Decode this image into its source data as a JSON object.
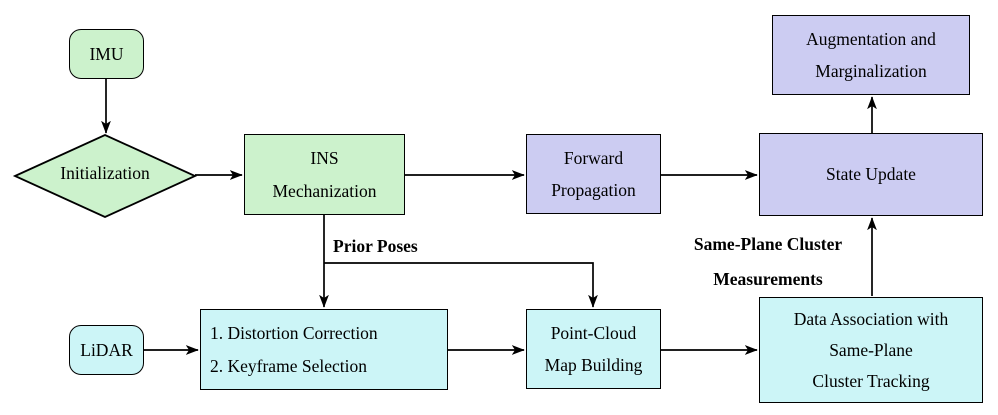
{
  "diagram": {
    "title_hint": "LiDAR-inertial odometry pipeline flowchart",
    "colors": {
      "green": "#ccf2cc",
      "purple": "#ccccf2",
      "cyan": "#ccf5f7",
      "stroke": "#000000",
      "bg": "#ffffff"
    },
    "nodes": {
      "imu": {
        "label": "IMU"
      },
      "initialization": {
        "label": "Initialization"
      },
      "ins": {
        "line1": "INS",
        "line2": "Mechanization"
      },
      "forward": {
        "line1": "Forward",
        "line2": "Propagation"
      },
      "state_update": {
        "label": "State Update"
      },
      "augmentation": {
        "line1": "Augmentation and",
        "line2": "Marginalization"
      },
      "lidar": {
        "label": "LiDAR"
      },
      "preprocess": {
        "line1": "1. Distortion Correction",
        "line2": "2. Keyframe Selection"
      },
      "map": {
        "line1": "Point-Cloud",
        "line2": "Map Building"
      },
      "association": {
        "line1": "Data Association with",
        "line2": "Same-Plane",
        "line3": "Cluster Tracking"
      }
    },
    "edge_labels": {
      "prior_poses": "Prior Poses",
      "same_plane_line1": "Same-Plane Cluster",
      "same_plane_line2": "Measurements"
    },
    "edges": [
      {
        "from": "imu",
        "to": "initialization"
      },
      {
        "from": "initialization",
        "to": "ins"
      },
      {
        "from": "ins",
        "to": "forward"
      },
      {
        "from": "forward",
        "to": "state_update"
      },
      {
        "from": "state_update",
        "to": "augmentation"
      },
      {
        "from": "ins",
        "to": "preprocess",
        "label": "Prior Poses"
      },
      {
        "from": "ins",
        "to": "map",
        "label": "Prior Poses"
      },
      {
        "from": "lidar",
        "to": "preprocess"
      },
      {
        "from": "preprocess",
        "to": "map"
      },
      {
        "from": "map",
        "to": "association"
      },
      {
        "from": "association",
        "to": "state_update",
        "label": "Same-Plane Cluster Measurements"
      }
    ]
  }
}
